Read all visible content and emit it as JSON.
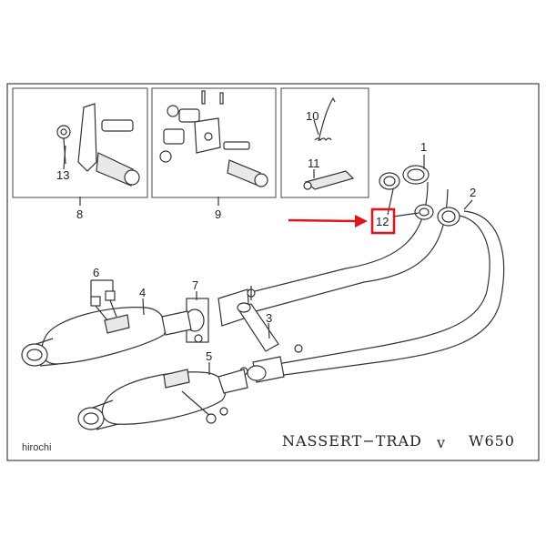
{
  "diagram": {
    "title": "NASSERT−TRAD",
    "variant": "v",
    "model": "W650",
    "watermark": "hirochi",
    "highlight_color": "#e0161b",
    "callouts": {
      "n1": "1",
      "n2": "2",
      "n3": "3",
      "n4": "4",
      "n5": "5",
      "n6": "6",
      "n7": "7",
      "n8": "8",
      "n9": "9",
      "n10": "10",
      "n11": "11",
      "n12": "12",
      "n13": "13"
    }
  }
}
